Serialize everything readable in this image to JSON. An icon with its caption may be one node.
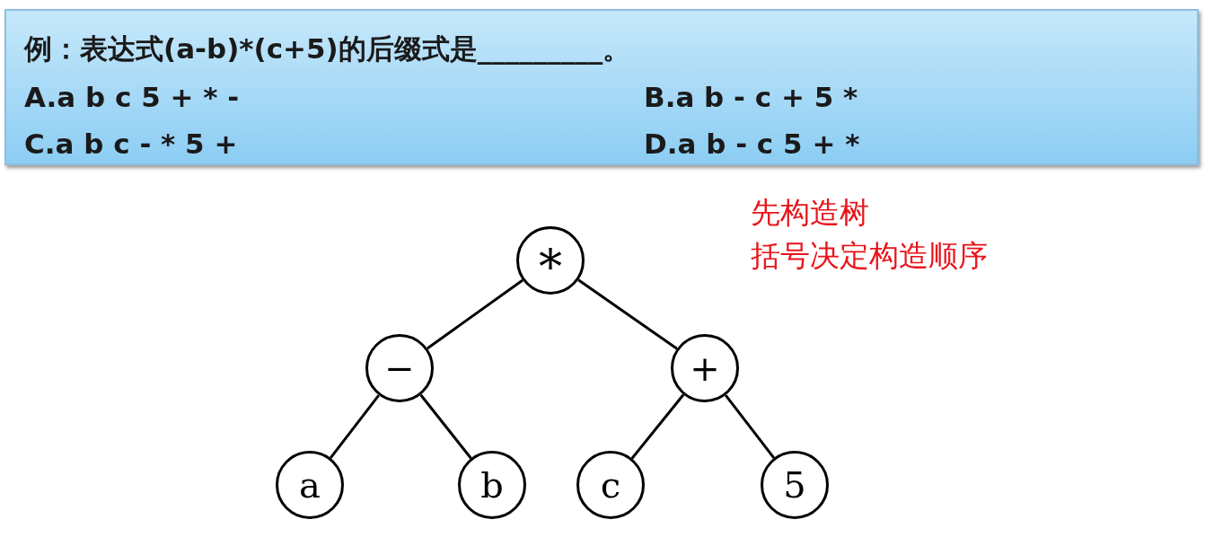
{
  "diagram": {
    "nodes": [
      {
        "text": [
          "例：表达式(a-b)*(c+5)的后缀式是_________。",
          "A.a b c 5 + * -",
          "B.a b - c + 5 *",
          "C.a b c - * 5 +",
          "D.a b - c 5 + *"
        ]
      },
      {
        "text": [
          "*"
        ]
      },
      {
        "text": [
          "−"
        ]
      },
      {
        "text": [
          "+"
        ]
      },
      {
        "text": [
          "a"
        ]
      },
      {
        "text": [
          "b"
        ]
      },
      {
        "text": [
          "c"
        ]
      },
      {
        "text": [
          "5"
        ]
      }
    ],
    "edges": [
      {
        "from": 1,
        "to": 2,
        "arrow": "none"
      },
      {
        "from": 1,
        "to": 3,
        "arrow": "none"
      },
      {
        "from": 2,
        "to": 4,
        "arrow": "none"
      },
      {
        "from": 2,
        "to": 5,
        "arrow": "none"
      },
      {
        "from": 3,
        "to": 6,
        "arrow": "none"
      },
      {
        "from": 3,
        "to": 7,
        "arrow": "none"
      }
    ],
    "labels": [
      "先构造树",
      "括号决定构造顺序"
    ]
  }
}
